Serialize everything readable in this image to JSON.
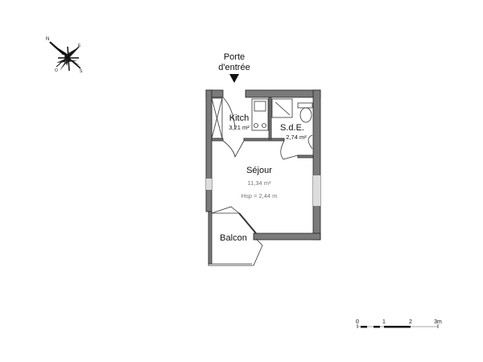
{
  "compass": {
    "north": "N",
    "east": "E",
    "south": "S",
    "west": "O"
  },
  "entrance": {
    "line1": "Porte",
    "line2": "d'entrée"
  },
  "rooms": [
    {
      "name": "Kitch",
      "area": "3,21 m²"
    },
    {
      "name": "S.d.E.",
      "area": "2,74 m²"
    },
    {
      "name": "Séjour",
      "area": "11,34 m²",
      "height": "Hsp = 2,44 m"
    },
    {
      "name": "Balcon"
    }
  ],
  "scale_bar": {
    "labels": [
      "0",
      "1",
      "2",
      "3m"
    ]
  },
  "colors": {
    "wall": "#7a7a7a",
    "line": "#222222"
  }
}
